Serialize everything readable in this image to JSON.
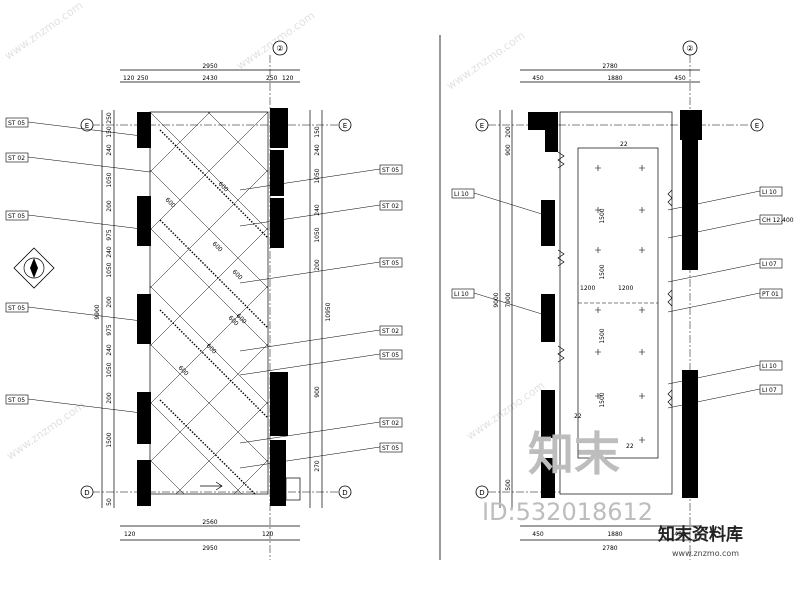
{
  "drawing": {
    "left_plan": {
      "grid_top": "②",
      "grid_left_top": "E",
      "grid_right_top": "E",
      "grid_left_bottom": "D",
      "grid_right_bottom": "D",
      "dims_top": [
        "2950",
        "120",
        "250",
        "2430",
        "250",
        "120"
      ],
      "dims_bottom": [
        "2560",
        "2950",
        "120",
        "120"
      ],
      "dims_left": [
        "250",
        "150",
        "240",
        "1050",
        "200",
        "975",
        "240",
        "1050",
        "200",
        "975",
        "240",
        "1050",
        "200",
        "1500",
        "50"
      ],
      "dims_right": [
        "150",
        "240",
        "1050",
        "240",
        "1050",
        "200",
        "900",
        "270"
      ],
      "total_left": "9900",
      "total_right": "10950",
      "labels_left": [
        "ST 05",
        "ST 02",
        "ST 05",
        "ST 05",
        "ST 05"
      ],
      "labels_right": [
        "ST 05",
        "ST 02",
        "ST 05",
        "ST 02",
        "ST 05",
        "ST 02",
        "ST 05"
      ],
      "tile_dims": [
        "600",
        "600",
        "600",
        "600",
        "600",
        "600",
        "600",
        "600"
      ]
    },
    "right_plan": {
      "grid_top": "②",
      "grid_left_top": "E",
      "grid_right_top": "E",
      "grid_left_bottom": "D",
      "dims_top": [
        "2780",
        "450",
        "1880",
        "450"
      ],
      "dims_bottom": [
        "450",
        "1880",
        "450",
        "2780"
      ],
      "dims_left": [
        "200",
        "900",
        "7900",
        "9000",
        "500"
      ],
      "inner_dims": [
        "1500",
        "1500",
        "1500",
        "1500",
        "1200",
        "1200"
      ],
      "labels_left": [
        "LI 10",
        "LI 10"
      ],
      "labels_right": [
        "LI 10",
        "CH 12.400",
        "LI 07",
        "PT 01",
        "LI 10",
        "LI 07"
      ],
      "marks": [
        "22",
        "22",
        "22"
      ]
    }
  },
  "watermark": {
    "logo_text": "知末",
    "id_text": "ID:532018612",
    "brand_cn": "知末资料库",
    "url": "www.znzmo.com"
  },
  "colors": {
    "ink": "#000000",
    "watermark": "#c9c9c9",
    "paper": "#ffffff"
  }
}
